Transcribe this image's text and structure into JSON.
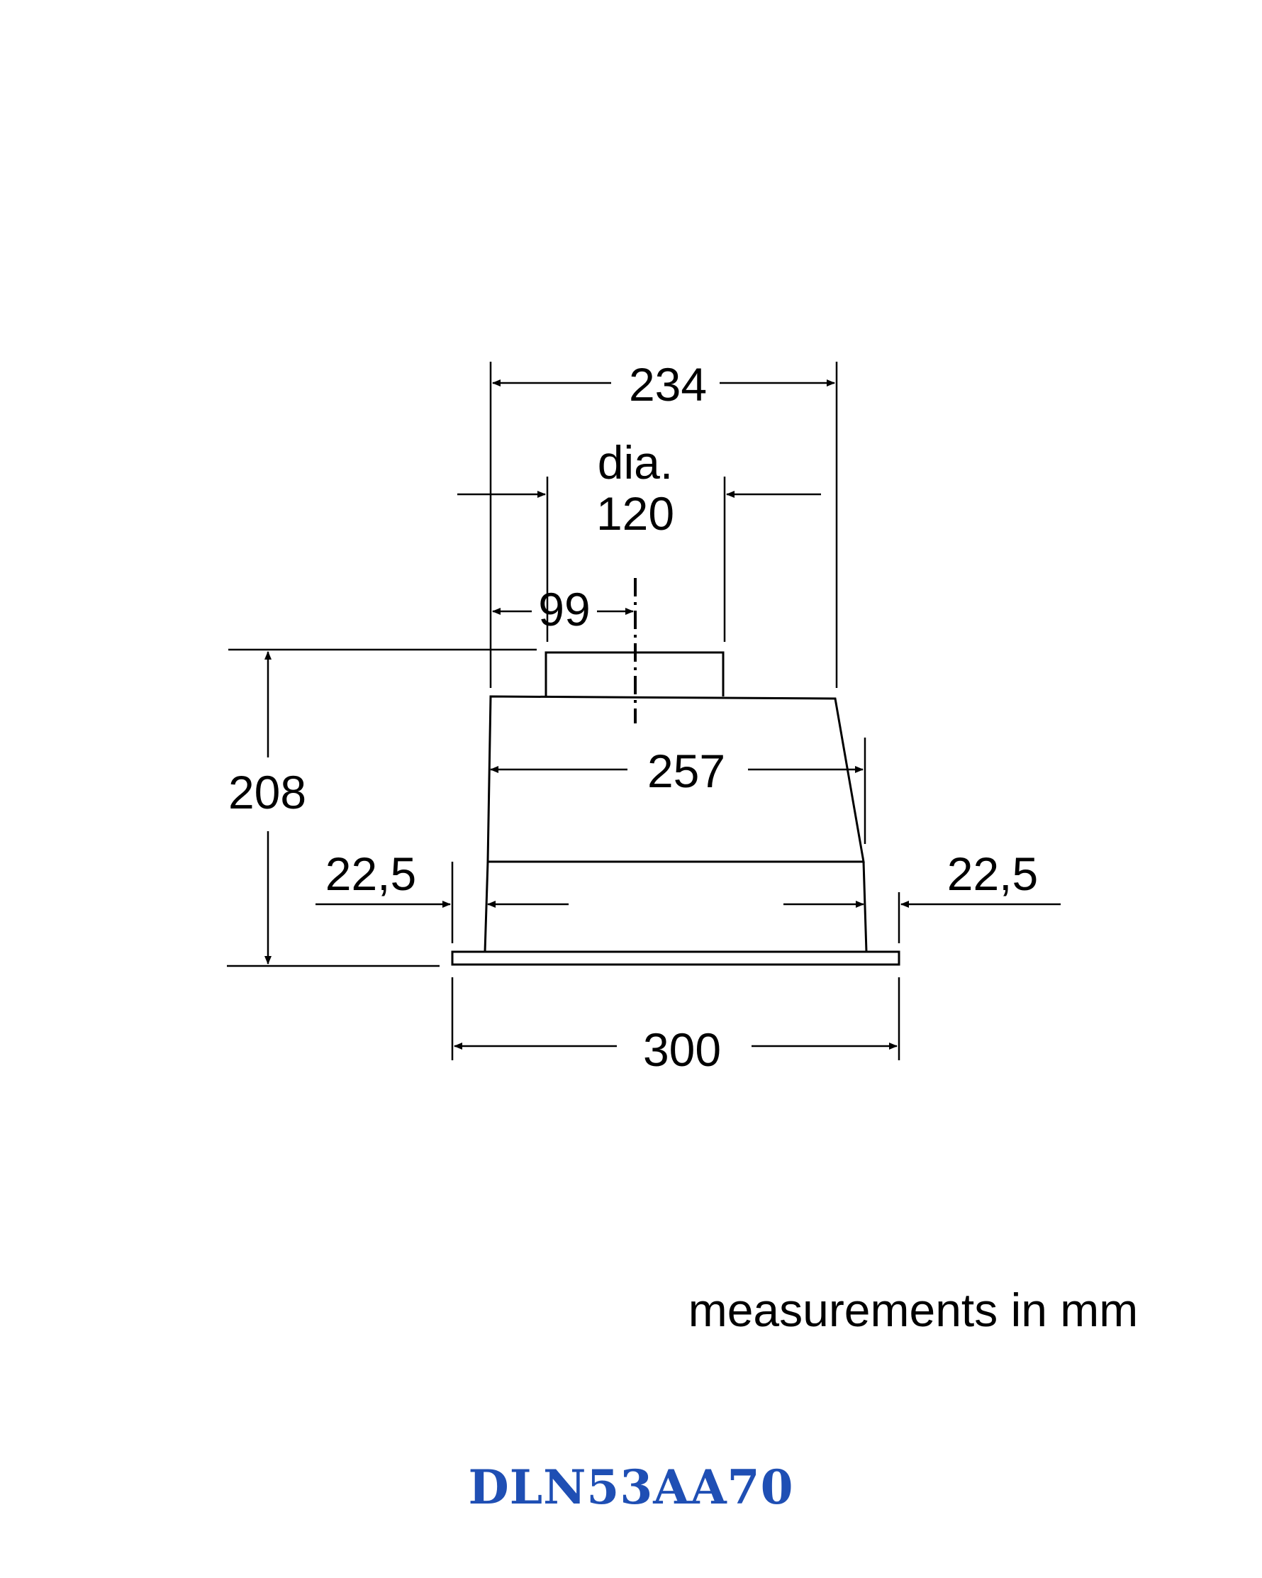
{
  "dimensions": {
    "width_top": "234",
    "duct_label_line1": "dia.",
    "duct_label_line2": "120",
    "duct_offset": "99",
    "body_width": "257",
    "height": "208",
    "side_left": "22,5",
    "side_right": "22,5",
    "overall_width": "300"
  },
  "note": "measurements in mm",
  "model": "DLN53AA70",
  "colors": {
    "lines": "#000000",
    "model_text": "#1f4fb4"
  }
}
